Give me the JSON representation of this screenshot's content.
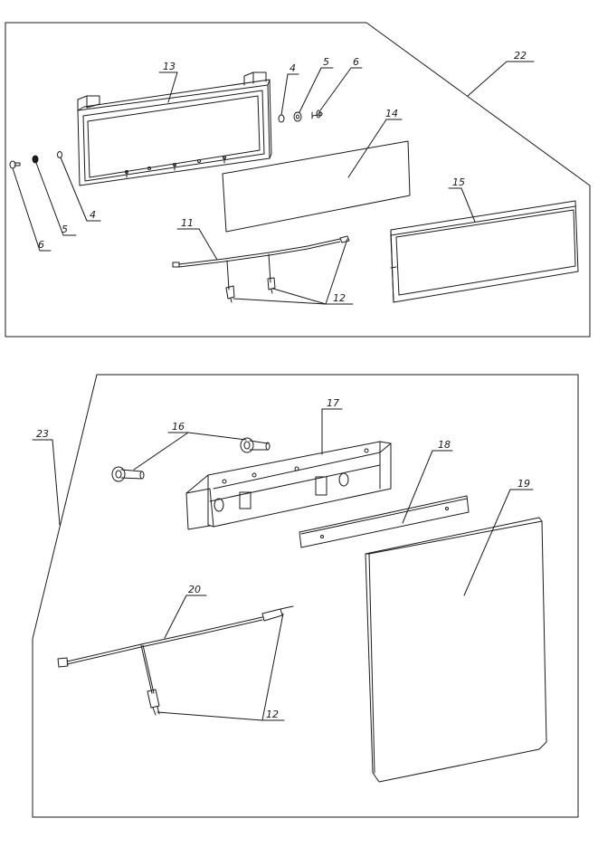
{
  "panels": [
    {
      "id": "upper-assembly",
      "group_label": "22",
      "callouts": [
        "13",
        "4",
        "5",
        "6",
        "14",
        "15",
        "6",
        "5",
        "4",
        "11",
        "12"
      ]
    },
    {
      "id": "lower-assembly",
      "group_label": "23",
      "callouts": [
        "16",
        "17",
        "18",
        "19",
        "20",
        "12"
      ]
    }
  ],
  "colors": {
    "line": "#1a1a1a",
    "background": "#ffffff"
  }
}
